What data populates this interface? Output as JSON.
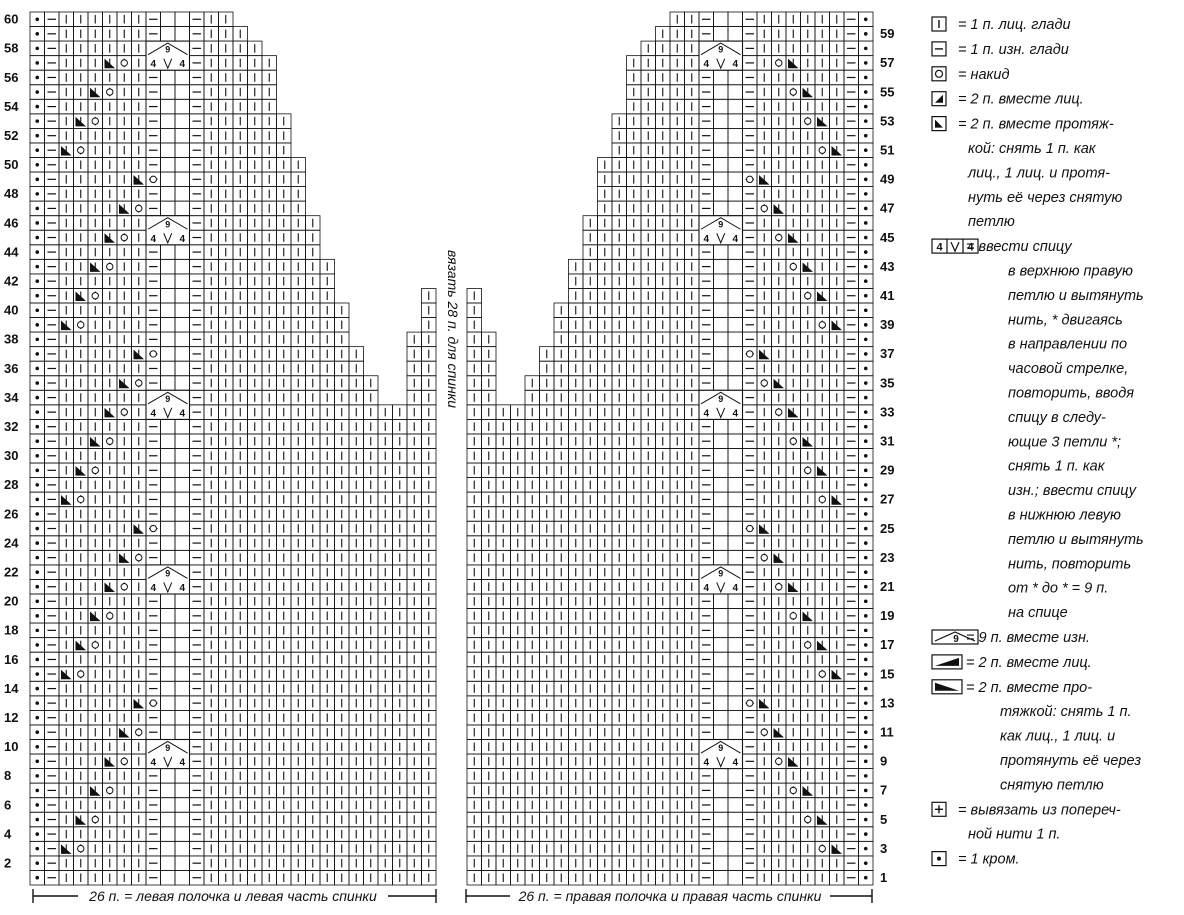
{
  "row_numbers_left": [
    "60",
    "58",
    "56",
    "54",
    "52",
    "50",
    "48",
    "46",
    "44",
    "42",
    "40",
    "38",
    "36",
    "34",
    "32",
    "30",
    "28",
    "26",
    "24",
    "22",
    "20",
    "18",
    "16",
    "14",
    "12",
    "10",
    "8",
    "6",
    "4",
    "2"
  ],
  "row_numbers_right": [
    "59",
    "57",
    "55",
    "53",
    "51",
    "49",
    "47",
    "45",
    "43",
    "41",
    "39",
    "37",
    "35",
    "33",
    "31",
    "29",
    "27",
    "25",
    "23",
    "21",
    "19",
    "17",
    "15",
    "13",
    "11",
    "9",
    "7",
    "5",
    "3",
    "1"
  ],
  "cable_label_top": "9",
  "cable_label_bottom": [
    "4",
    "4"
  ],
  "vertical_caption": "вязать 28 п. для спинки",
  "bottom_caption_left": "26 п. = левая полочка и левая часть спинки",
  "bottom_caption_right": "26 п. = правая полочка и правая часть спинки",
  "legend": [
    {
      "symbol": "knit",
      "lines": [
        "= 1 п. лиц. глади"
      ]
    },
    {
      "symbol": "purl",
      "lines": [
        "= 1 п. изн. глади"
      ]
    },
    {
      "symbol": "yo",
      "lines": [
        "= накид"
      ]
    },
    {
      "symbol": "k2tog",
      "lines": [
        "= 2 п. вместе лиц."
      ]
    },
    {
      "symbol": "ssk",
      "lines": [
        "= 2 п. вместе протяж-",
        "кой: снять 1 п. как",
        "лиц., 1 лиц. и протя-",
        "нуть её через снятую",
        "петлю"
      ]
    },
    {
      "symbol": "cluster",
      "lines": [
        "= ввести спицу",
        "в верхнюю правую",
        "петлю и вытянуть",
        "нить, * двигаясь",
        "в направлении по",
        "часовой стрелке,",
        "повторить, вводя",
        "спицу в следу-",
        "ющие 3 петли *;",
        "снять 1 п. как",
        "изн.; ввести спицу",
        "в нижнюю левую",
        "петлю и вытянуть",
        "нить, повторить",
        "от * до * = 9 п.",
        "на спице"
      ]
    },
    {
      "symbol": "p9tog",
      "lines": [
        "= 9 п. вместе изн."
      ]
    },
    {
      "symbol": "k2tog-wide",
      "lines": [
        "= 2 п. вместе лиц."
      ]
    },
    {
      "symbol": "ssk-wide",
      "lines": [
        "= 2 п. вместе про-",
        "тяжкой: снять 1 п.",
        "как лиц., 1 лиц. и",
        "протянуть её через",
        "снятую петлю"
      ]
    },
    {
      "symbol": "m1",
      "lines": [
        "= вывязать из попереч-",
        "ной нити 1 п."
      ]
    },
    {
      "symbol": "selvage",
      "lines": [
        "= 1 кром."
      ]
    }
  ],
  "colors": {
    "ink": "#111111",
    "background": "#ffffff"
  }
}
